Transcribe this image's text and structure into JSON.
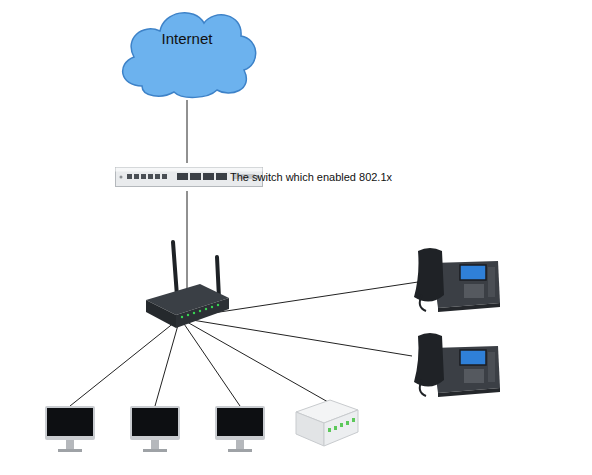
{
  "diagram": {
    "nodes": [
      {
        "text": [
          "Internet"
        ]
      },
      {
        "text": [
          "The switch which enabled 802.1x"
        ]
      }
    ],
    "edges": [
      {
        "from": 0,
        "to": 1,
        "arrow": "none"
      }
    ]
  }
}
